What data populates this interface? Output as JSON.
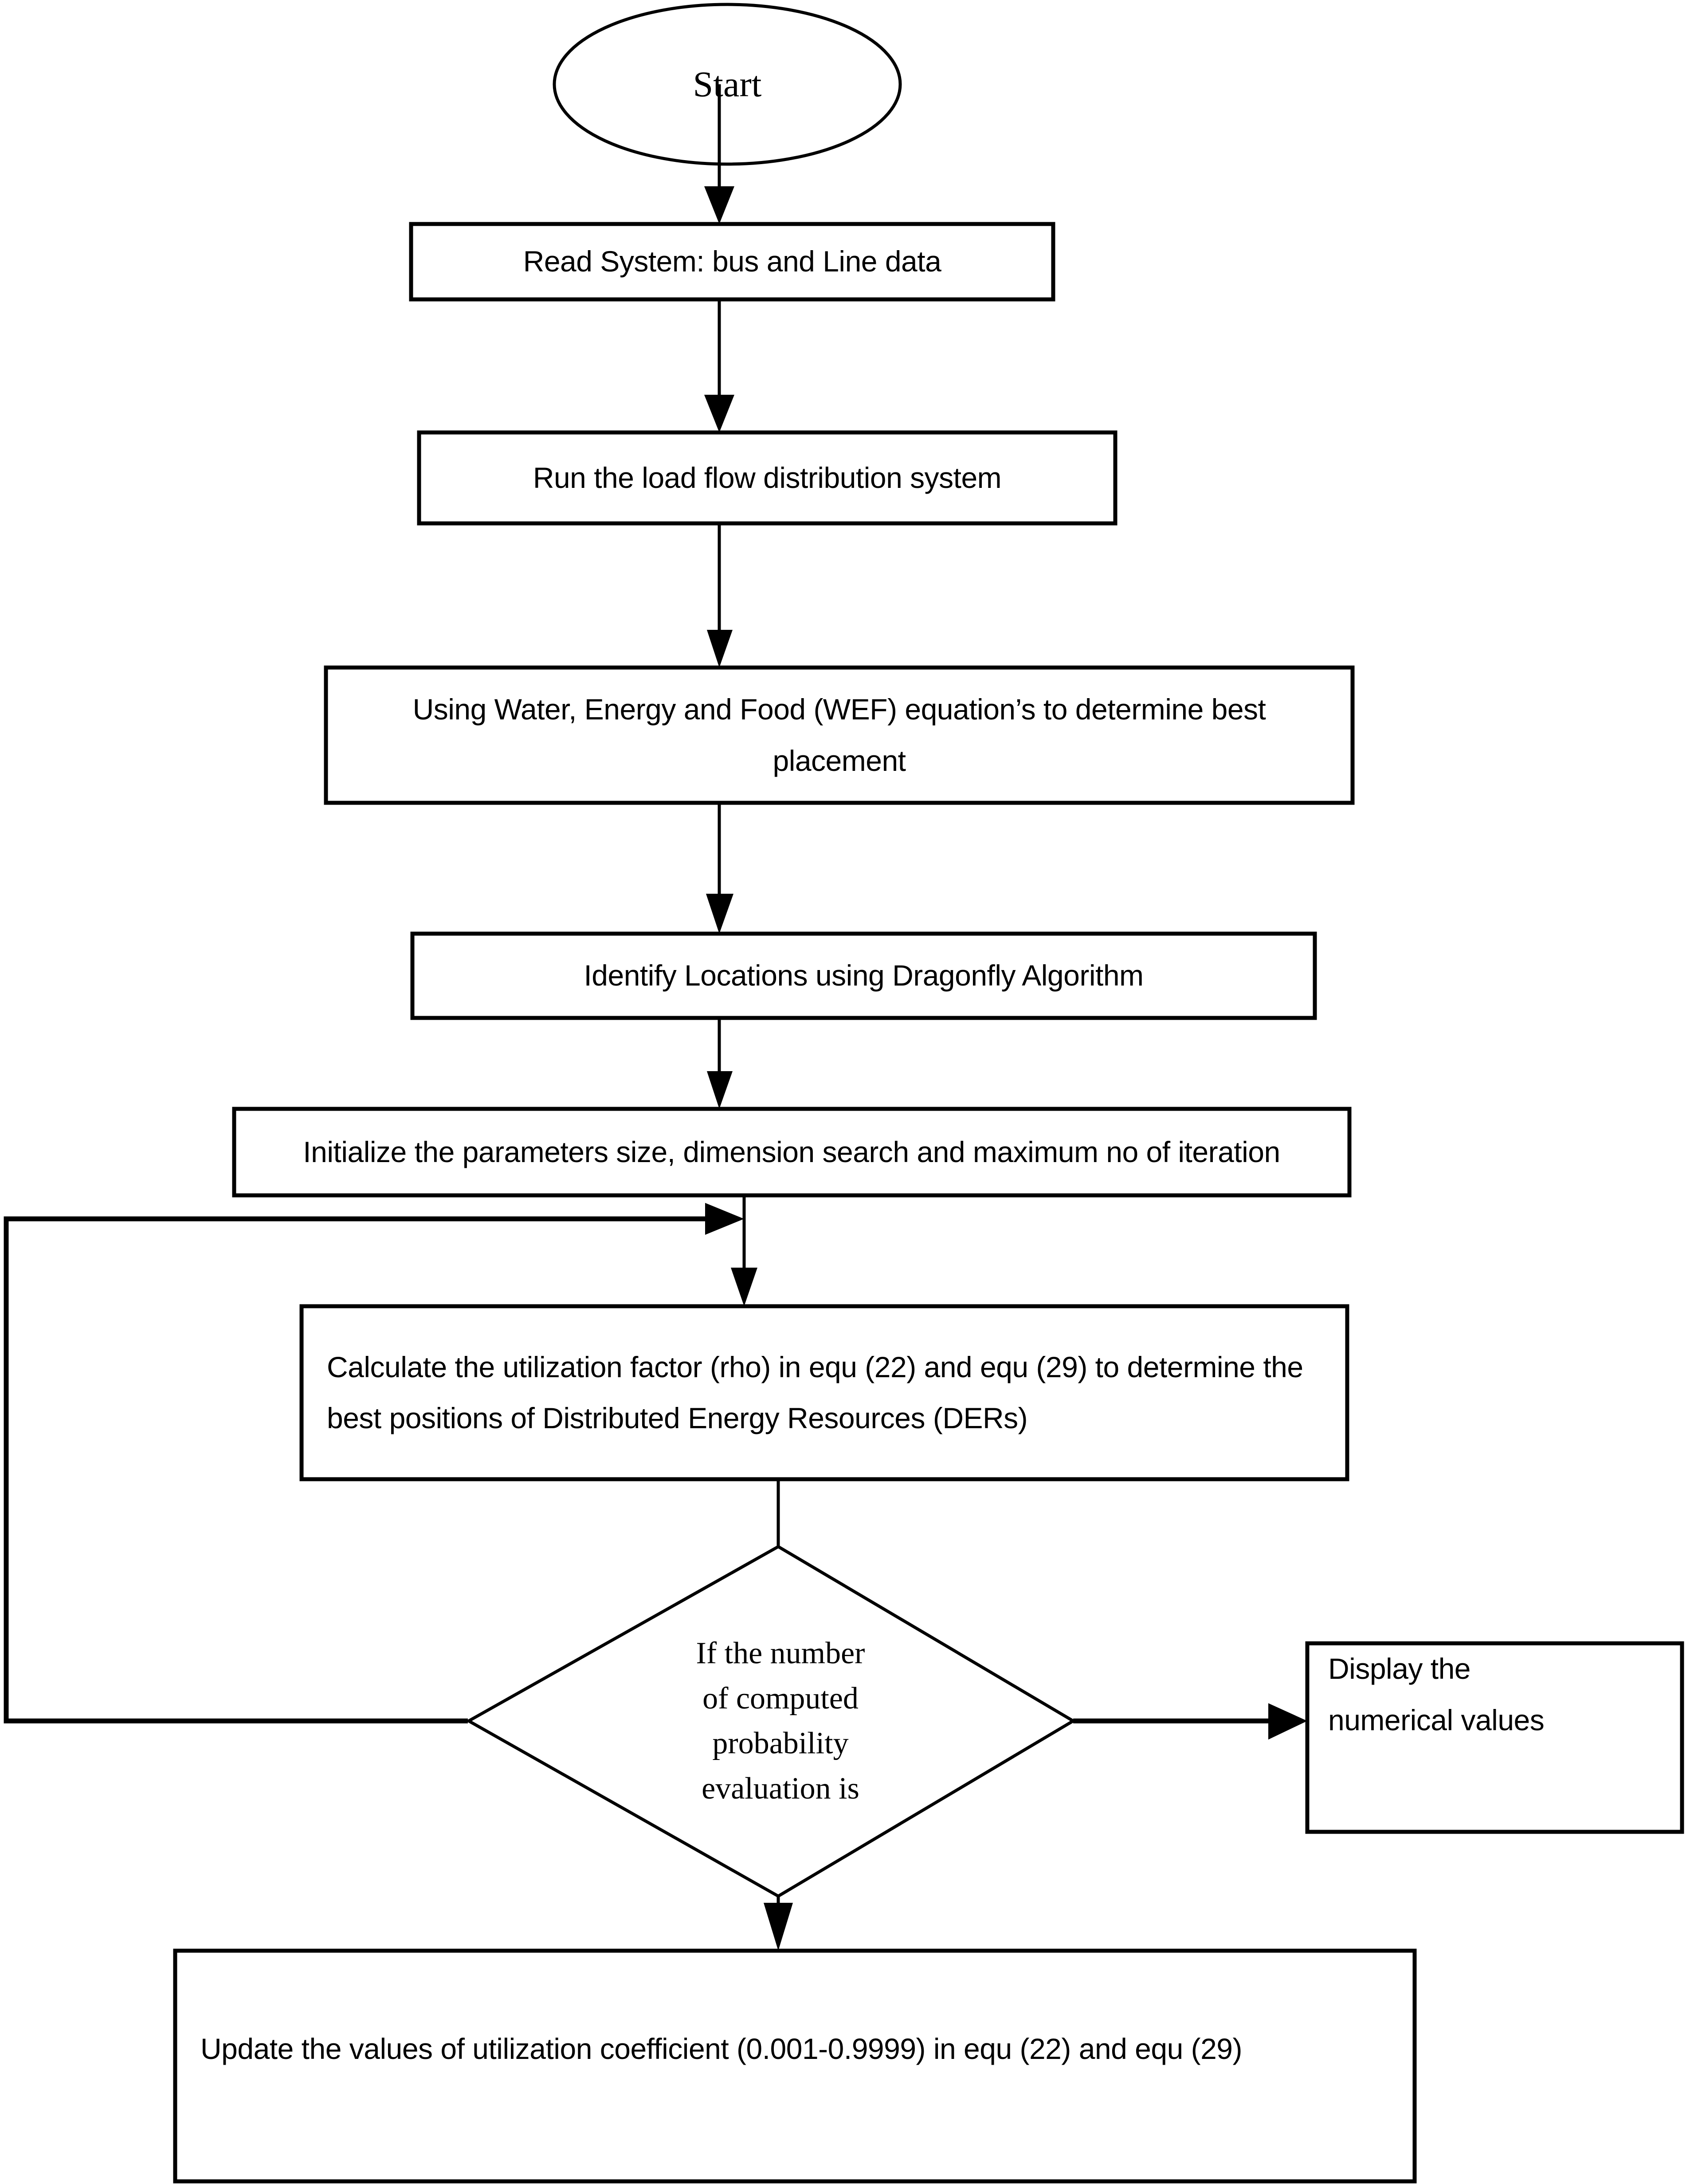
{
  "diagram": {
    "title": "Dragonfly Algorithm DER placement flowchart",
    "background_color": "#ffffff",
    "line_color": "#000000",
    "text_color": "#000000"
  },
  "nodes": {
    "start": {
      "shape": "ellipse",
      "label": "Start"
    },
    "read_system": {
      "shape": "rectangle",
      "label": "Read System: bus and Line data"
    },
    "run_load_flow": {
      "shape": "rectangle",
      "label": "Run the load flow distribution system"
    },
    "wef_equations": {
      "shape": "rectangle",
      "label": "Using Water, Energy and Food (WEF) equation’s to determine best placement"
    },
    "identify_locations": {
      "shape": "rectangle",
      "label": "Identify Locations using Dragonfly Algorithm"
    },
    "initialize_parameters": {
      "shape": "rectangle",
      "label": "Initialize the parameters size, dimension search and maximum no of iteration"
    },
    "calculate_utilization": {
      "shape": "rectangle",
      "label": "Calculate the utilization factor (rho) in equ (22) and equ (29) to determine the best positions of Distributed Energy Resources (DERs)"
    },
    "decision": {
      "shape": "diamond",
      "label_lines": [
        "If the number",
        "of computed",
        "probability",
        "evaluation is"
      ],
      "label": "If the number of computed probability evaluation is"
    },
    "display_values": {
      "shape": "rectangle",
      "label_lines": [
        "Display the",
        "numerical values"
      ],
      "label": "Display the numerical values"
    },
    "update_values": {
      "shape": "rectangle",
      "label": "Update the values of utilization coefficient (0.001-0.9999) in equ (22) and equ (29)"
    }
  },
  "edges": [
    {
      "from": "start",
      "to": "read_system",
      "label": ""
    },
    {
      "from": "read_system",
      "to": "run_load_flow",
      "label": ""
    },
    {
      "from": "run_load_flow",
      "to": "wef_equations",
      "label": ""
    },
    {
      "from": "wef_equations",
      "to": "identify_locations",
      "label": ""
    },
    {
      "from": "identify_locations",
      "to": "initialize_parameters",
      "label": ""
    },
    {
      "from": "initialize_parameters",
      "to": "calculate_utilization",
      "label": ""
    },
    {
      "from": "calculate_utilization",
      "to": "decision",
      "label": ""
    },
    {
      "from": "decision",
      "to": "display_values",
      "label": ""
    },
    {
      "from": "decision",
      "to": "update_values",
      "label": ""
    },
    {
      "from": "decision",
      "to": "calculate_utilization",
      "label": ""
    }
  ]
}
